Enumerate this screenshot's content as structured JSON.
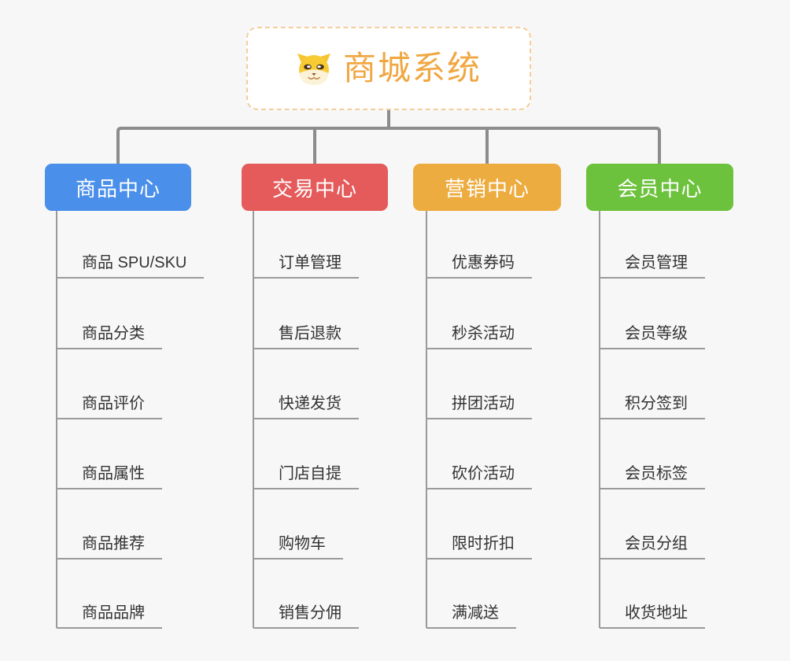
{
  "root": {
    "title": "商城系统",
    "icon": "dog-face-icon"
  },
  "branches": [
    {
      "label": "商品中心",
      "color": "#4A8FE9",
      "children": [
        "商品 SPU/SKU",
        "商品分类",
        "商品评价",
        "商品属性",
        "商品推荐",
        "商品品牌"
      ]
    },
    {
      "label": "交易中心",
      "color": "#E55B5B",
      "children": [
        "订单管理",
        "售后退款",
        "快递发货",
        "门店自提",
        "购物车",
        "销售分佣"
      ]
    },
    {
      "label": "营销中心",
      "color": "#EDAC40",
      "children": [
        "优惠券码",
        "秒杀活动",
        "拼团活动",
        "砍价活动",
        "限时折扣",
        "满减送"
      ]
    },
    {
      "label": "会员中心",
      "color": "#6CC23C",
      "children": [
        "会员管理",
        "会员等级",
        "积分签到",
        "会员标签",
        "会员分组",
        "收货地址"
      ]
    }
  ],
  "colors": {
    "background": "#F7F7F7",
    "root_text": "#F0A742",
    "root_border": "#F3CE9A",
    "connector_main": "#8C8C8C",
    "connector_branch": "#9A9A9A",
    "leaf_text": "#333333"
  }
}
